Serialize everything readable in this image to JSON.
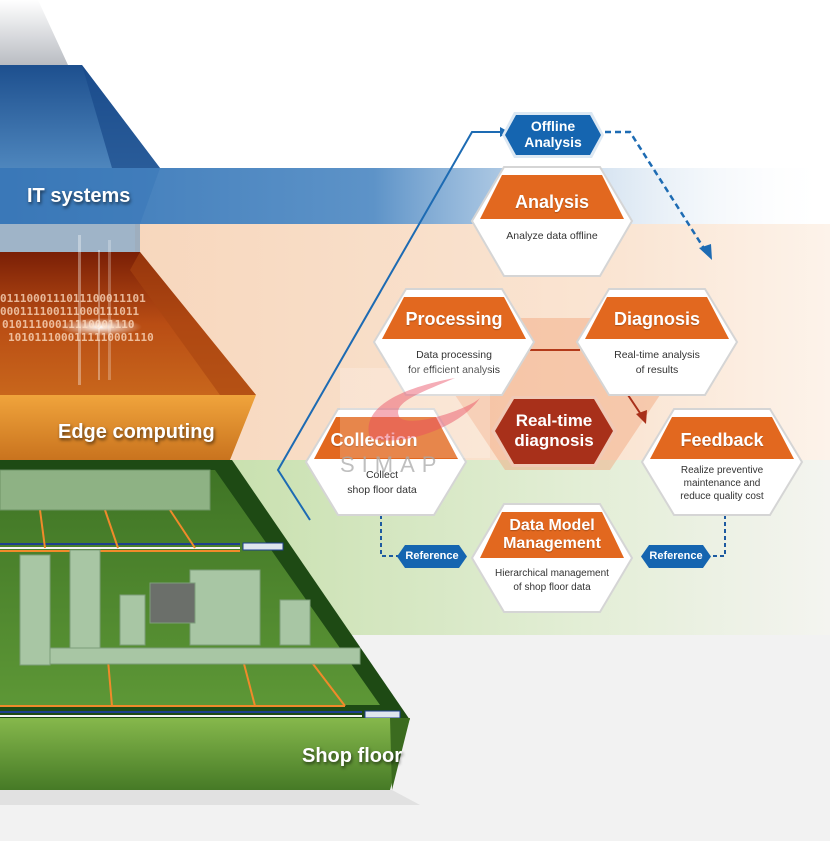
{
  "layers": {
    "it_systems": {
      "label": "IT systems",
      "color": "#2f6fb5"
    },
    "edge_computing": {
      "label": "Edge computing",
      "color": "#d8781a"
    },
    "shop_floor": {
      "label": "Shop floor",
      "color": "#5f9a36"
    }
  },
  "binary_text": [
    "0111000111011100011101",
    "000111100111000111011",
    "01011100011110001110",
    "1010111000111110001110"
  ],
  "nodes": {
    "offline_analysis": {
      "title_line1": "Offline",
      "title_line2": "Analysis"
    },
    "analysis": {
      "title": "Analysis",
      "desc_line1": "Analyze data offline"
    },
    "processing": {
      "title": "Processing",
      "desc_line1": "Data processing",
      "desc_line2": "for efficient analysis"
    },
    "diagnosis": {
      "title": "Diagnosis",
      "desc_line1": "Real-time analysis",
      "desc_line2": "of results"
    },
    "realtime_diagnosis": {
      "title_line1": "Real-time",
      "title_line2": "diagnosis"
    },
    "collection": {
      "title": "Collection",
      "desc_line1": "Collect",
      "desc_line2": "shop floor data"
    },
    "feedback": {
      "title": "Feedback",
      "desc_line1": "Realize preventive",
      "desc_line2": "maintenance and",
      "desc_line3": "reduce quality cost"
    },
    "data_model": {
      "title_line1": "Data Model",
      "title_line2": "Management",
      "desc_line1": "Hierarchical management",
      "desc_line2": "of shop floor data"
    },
    "reference_left": {
      "label": "Reference"
    },
    "reference_right": {
      "label": "Reference"
    }
  },
  "watermark": {
    "text": "SIMAP"
  },
  "colors": {
    "orange_header": "#e2681f",
    "dark_red": "#a8301a",
    "blue": "#1565b0",
    "peach_band": "#f8dcc4",
    "green_band": "#d9e9c8"
  }
}
